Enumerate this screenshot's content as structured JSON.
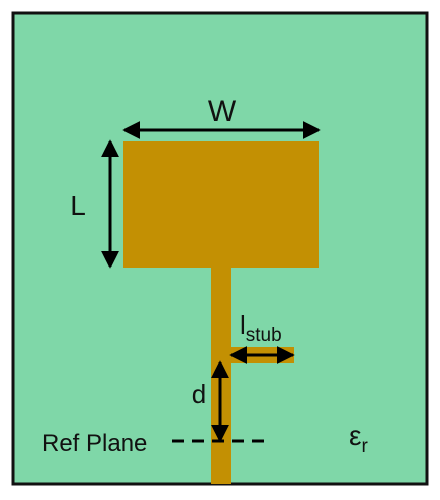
{
  "colors": {
    "substrate": "#7fd7a8",
    "metal": "#c39003",
    "border": "#111111",
    "arrow": "#000000"
  },
  "labels": {
    "width": "W",
    "length": "L",
    "stub_base": "l",
    "stub_sub": "stub",
    "distance": "d",
    "ref_plane": "Ref Plane",
    "permittivity_base": "ε",
    "permittivity_sub": "r"
  }
}
